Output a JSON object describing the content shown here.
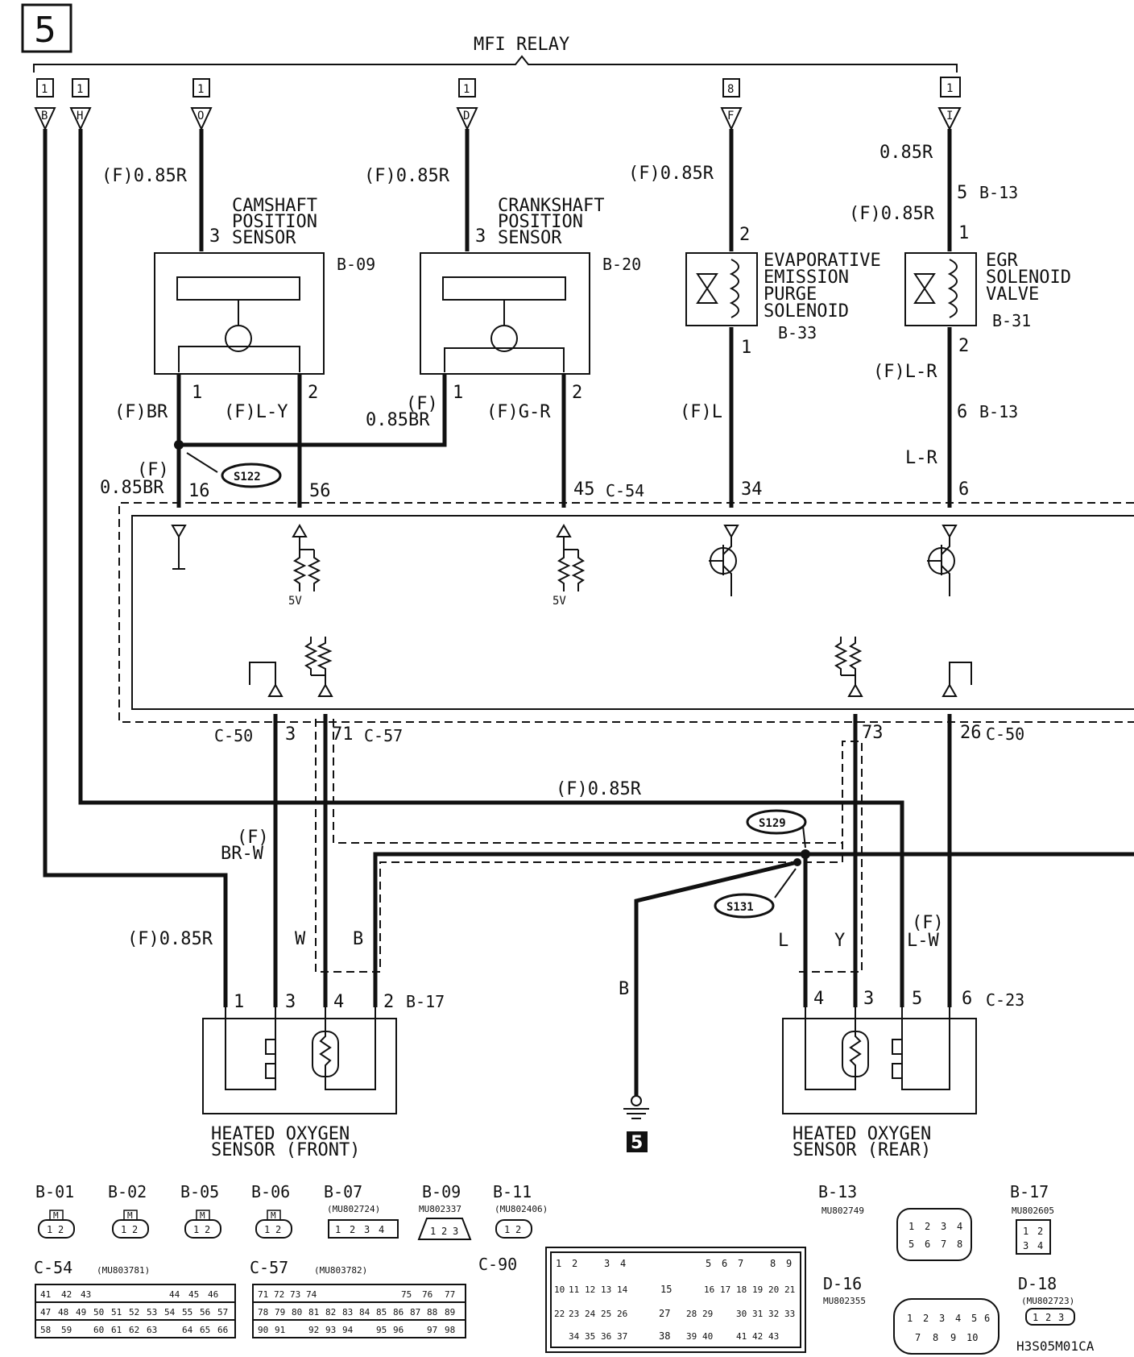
{
  "page_number": "5",
  "ground_tag": "5",
  "relay_label": "MFI RELAY",
  "relay_terminals": [
    {
      "box": "1",
      "pin": "B"
    },
    {
      "box": "1",
      "pin": "H"
    },
    {
      "box": "1",
      "pin": "O"
    },
    {
      "box": "1",
      "pin": "D"
    },
    {
      "box": "8",
      "pin": "F"
    },
    {
      "box": "1",
      "pin": "I"
    }
  ],
  "components": {
    "camshaft": {
      "name_lines": [
        "CAMSHAFT",
        "POSITION",
        "SENSOR"
      ],
      "connector": "B-09"
    },
    "crankshaft": {
      "name_lines": [
        "CRANKSHAFT",
        "POSITION",
        "SENSOR"
      ],
      "connector": "B-20"
    },
    "evap": {
      "name_lines": [
        "EVAPORATIVE",
        "EMISSION",
        "PURGE",
        "SOLENOID"
      ],
      "connector": "B-33"
    },
    "egr": {
      "name_lines": [
        "EGR",
        "SOLENOID",
        "VALVE"
      ],
      "connector": "B-31"
    },
    "o2_front": {
      "name_lines": [
        "HEATED OXYGEN",
        "SENSOR (FRONT)"
      ],
      "connector": "B-17"
    },
    "o2_rear": {
      "name_lines": [
        "HEATED OXYGEN",
        "SENSOR (REAR)"
      ],
      "connector": "C-23"
    }
  },
  "wire_labels": {
    "cam_in": "(F)0.85R",
    "crank_in": "(F)0.85R",
    "evap_in": "(F)0.85R",
    "egr_top": "0.85R",
    "egr_in": "(F)0.85R",
    "egr_out": "(F)L-R",
    "egr_ecu": "L-R",
    "cam_1": "(F)BR",
    "cam_2": "(F)L-Y",
    "crank_1_a": "(F)",
    "crank_1_b": "0.85BR",
    "crank_2": "(F)G-R",
    "evap_out": "(F)L",
    "ecu16_a": "(F)",
    "ecu16_b": "0.85BR",
    "horiz_r": "(F)0.85R",
    "brw_a": "(F)",
    "brw_b": "BR-W",
    "front_pwr": "(F)0.85R",
    "w": "W",
    "b": "B",
    "l": "L",
    "y": "Y",
    "lw_a": "(F)",
    "lw_b": "L-W",
    "gnd_b": "B"
  },
  "pins": {
    "cam_top": "3",
    "crank_top": "3",
    "evap_top": "2",
    "evap_bot": "1",
    "egr_5": "5",
    "egr_1": "1",
    "egr_2": "2",
    "egr_6": "6",
    "cam_p1": "1",
    "cam_p2": "2",
    "crank_p1": "1",
    "crank_p2": "2",
    "ecu_16": "16",
    "ecu_56": "56",
    "ecu_45": "45",
    "ecu_34": "34",
    "ecu_6": "6",
    "ecu_3": "3",
    "ecu_71": "71",
    "ecu_73": "73",
    "ecu_26": "26",
    "f1": "1",
    "f3": "3",
    "f4": "4",
    "f2": "2",
    "r4": "4",
    "r3": "3",
    "r5": "5",
    "r6": "6"
  },
  "connector_refs": {
    "b13_a": "B-13",
    "b13_b": "B-13",
    "c54": "C-54",
    "c50_l": "C-50",
    "c57": "C-57",
    "c50_r": "C-50"
  },
  "splices": [
    "S122",
    "S129",
    "S131"
  ],
  "voltage_labels": [
    "5V",
    "5V"
  ],
  "legend": {
    "b01": "B-01",
    "b02": "B-02",
    "b05": "B-05",
    "b06": "B-06",
    "b07": "B-07",
    "b07_part": "(MU802724)",
    "b09": "B-09",
    "b09_part": "MU802337",
    "b11": "B-11",
    "b11_part": "(MU802406)",
    "b13": "B-13",
    "b13_part": "MU802749",
    "b17": "B-17",
    "b17_part": "MU802605",
    "c54": "C-54",
    "c54_part": "(MU803781)",
    "c57": "C-57",
    "c57_part": "(MU803782)",
    "c90": "C-90",
    "d16": "D-16",
    "d16_part": "MU802355",
    "d18": "D-18",
    "d18_part": "(MU802723)",
    "m": "M",
    "pins_12": [
      "1",
      "2"
    ],
    "pins_1234": [
      "1",
      "2",
      "3",
      "4"
    ],
    "pins_123": [
      "1",
      "2",
      "3"
    ],
    "c54_rows": [
      [
        "41",
        "42",
        "43",
        "",
        "44",
        "45",
        "46"
      ],
      [
        "47",
        "48",
        "49",
        "50",
        "51",
        "52",
        "53",
        "54",
        "55",
        "56",
        "57"
      ],
      [
        "58",
        "59",
        "",
        "60",
        "61",
        "62",
        "63",
        "",
        "64",
        "65",
        "66"
      ]
    ],
    "c57_rows": [
      [
        "71",
        "72",
        "73",
        "74",
        "",
        "75",
        "76",
        "77"
      ],
      [
        "78",
        "79",
        "80",
        "81",
        "82",
        "83",
        "84",
        "85",
        "86",
        "87",
        "88",
        "89"
      ],
      [
        "90",
        "91",
        "",
        "92",
        "93",
        "94",
        "",
        "95",
        "96",
        "",
        "97",
        "98"
      ]
    ],
    "c90_cells": [
      "1",
      "2",
      "3",
      "4",
      "5",
      "6",
      "7",
      "8",
      "9",
      "10",
      "11",
      "12",
      "13",
      "14",
      "15",
      "16",
      "17",
      "18",
      "19",
      "20",
      "21",
      "22",
      "23",
      "24",
      "25",
      "26",
      "27",
      "28",
      "29",
      "30",
      "31",
      "32",
      "33",
      "34",
      "35",
      "36",
      "37",
      "38",
      "39",
      "40",
      "41",
      "42",
      "43"
    ],
    "b13_pins": [
      "1",
      "2",
      "3",
      "4",
      "5",
      "6",
      "7",
      "8"
    ],
    "d16_pins": [
      "1",
      "2",
      "3",
      "4",
      "5",
      "6",
      "7",
      "8",
      "9",
      "10"
    ],
    "d18_pins": [
      "1",
      "2",
      "3"
    ],
    "b17_pins": [
      "1",
      "2",
      "3",
      "4"
    ]
  },
  "figure_code": "H3S05M01CA"
}
